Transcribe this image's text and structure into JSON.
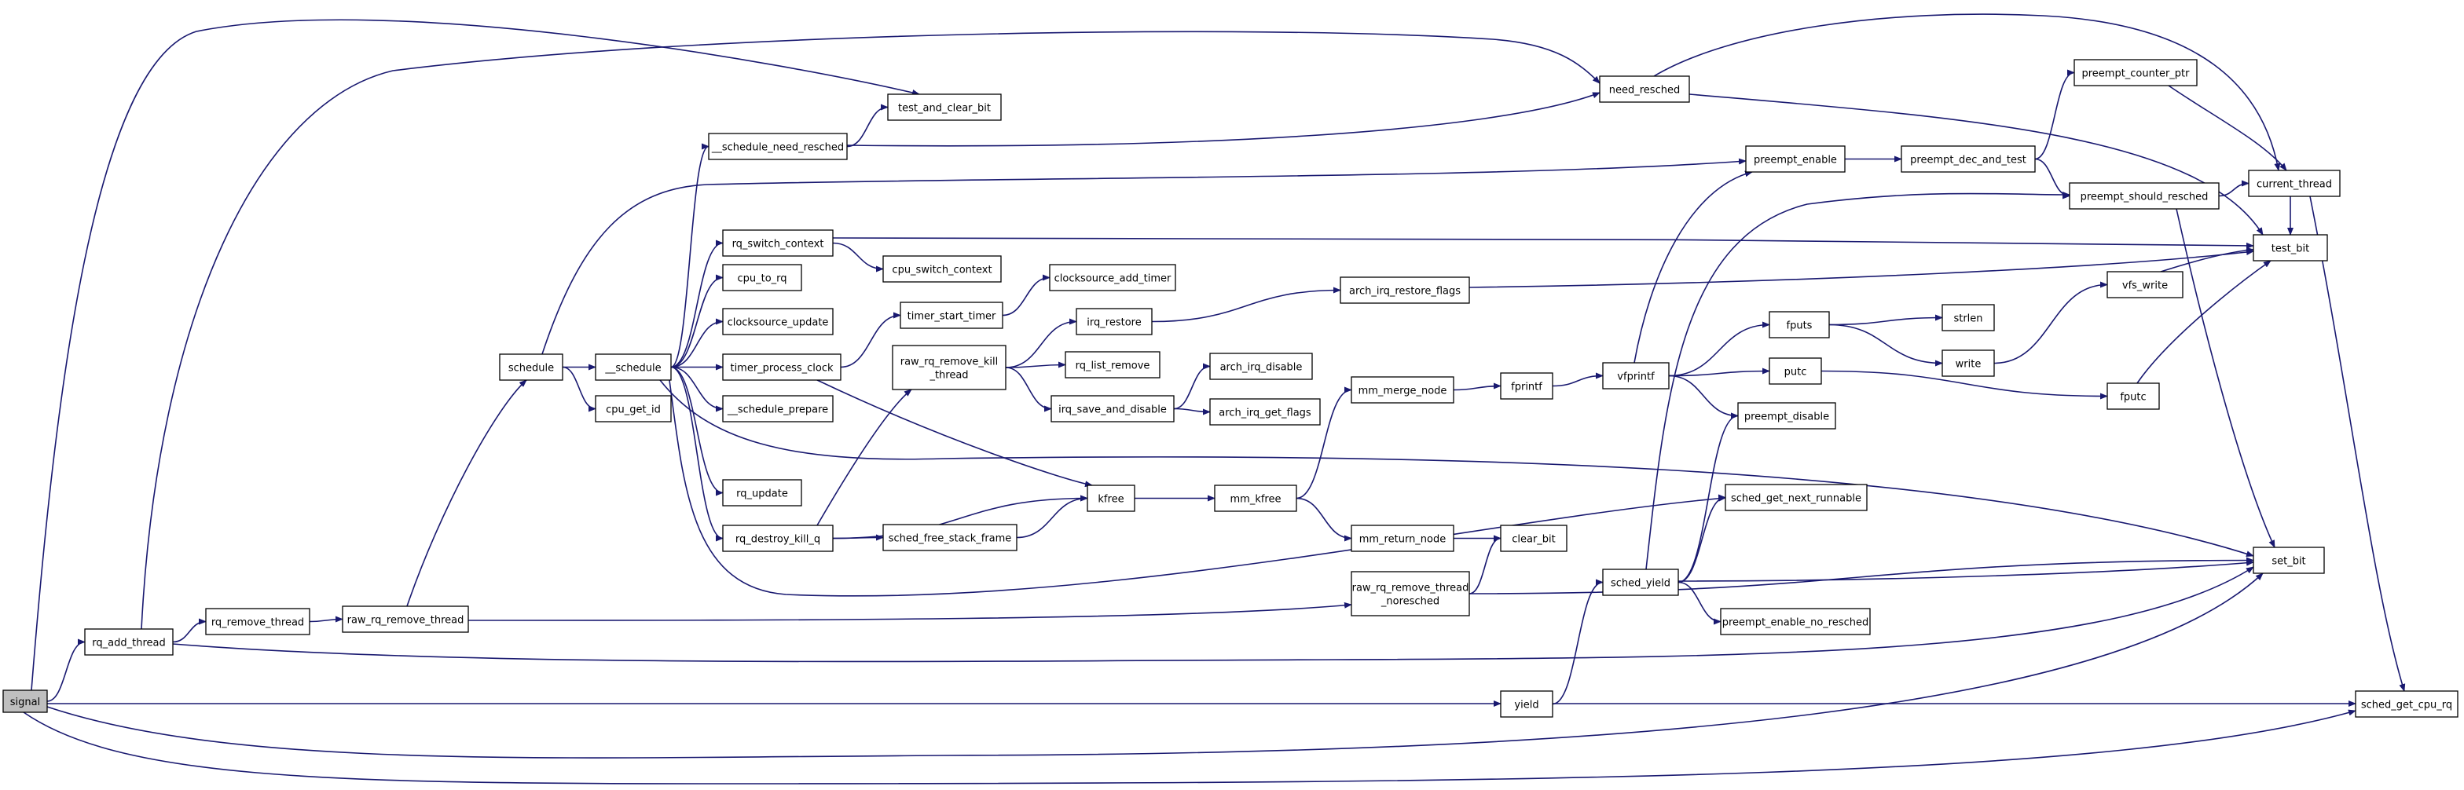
{
  "colors": {
    "edge": "#191970",
    "node_border": "#000000",
    "node_fill": "#ffffff",
    "root_fill": "#bfbfbf",
    "background": "#ffffff"
  },
  "root": "signal",
  "nodes": [
    {
      "id": "signal",
      "lines": [
        "signal"
      ]
    },
    {
      "id": "rq_add_thread",
      "lines": [
        "rq_add_thread"
      ]
    },
    {
      "id": "rq_remove_thread",
      "lines": [
        "rq_remove_thread"
      ]
    },
    {
      "id": "raw_rq_remove_thread",
      "lines": [
        "raw_rq_remove_thread"
      ]
    },
    {
      "id": "schedule",
      "lines": [
        "schedule"
      ]
    },
    {
      "id": "_schedule",
      "lines": [
        "__schedule"
      ]
    },
    {
      "id": "cpu_get_id",
      "lines": [
        "cpu_get_id"
      ]
    },
    {
      "id": "_schedule_need_resched",
      "lines": [
        "__schedule_need_resched"
      ]
    },
    {
      "id": "test_and_clear_bit",
      "lines": [
        "test_and_clear_bit"
      ]
    },
    {
      "id": "rq_switch_context",
      "lines": [
        "rq_switch_context"
      ]
    },
    {
      "id": "cpu_switch_context",
      "lines": [
        "cpu_switch_context"
      ]
    },
    {
      "id": "cpu_to_rq",
      "lines": [
        "cpu_to_rq"
      ]
    },
    {
      "id": "clocksource_update",
      "lines": [
        "clocksource_update"
      ]
    },
    {
      "id": "timer_process_clock",
      "lines": [
        "timer_process_clock"
      ]
    },
    {
      "id": "_schedule_prepare",
      "lines": [
        "__schedule_prepare"
      ]
    },
    {
      "id": "rq_update",
      "lines": [
        "rq_update"
      ]
    },
    {
      "id": "rq_destroy_kill_q",
      "lines": [
        "rq_destroy_kill_q"
      ]
    },
    {
      "id": "timer_start_timer",
      "lines": [
        "timer_start_timer"
      ]
    },
    {
      "id": "clocksource_add_timer",
      "lines": [
        "clocksource_add_timer"
      ]
    },
    {
      "id": "raw_rq_remove_kill_thread",
      "lines": [
        "raw_rq_remove_kill",
        "_thread"
      ]
    },
    {
      "id": "sched_free_stack_frame",
      "lines": [
        "sched_free_stack_frame"
      ]
    },
    {
      "id": "irq_restore",
      "lines": [
        "irq_restore"
      ]
    },
    {
      "id": "rq_list_remove",
      "lines": [
        "rq_list_remove"
      ]
    },
    {
      "id": "irq_save_and_disable",
      "lines": [
        "irq_save_and_disable"
      ]
    },
    {
      "id": "arch_irq_disable",
      "lines": [
        "arch_irq_disable"
      ]
    },
    {
      "id": "arch_irq_get_flags",
      "lines": [
        "arch_irq_get_flags"
      ]
    },
    {
      "id": "arch_irq_restore_flags",
      "lines": [
        "arch_irq_restore_flags"
      ]
    },
    {
      "id": "kfree",
      "lines": [
        "kfree"
      ]
    },
    {
      "id": "mm_kfree",
      "lines": [
        "mm_kfree"
      ]
    },
    {
      "id": "mm_merge_node",
      "lines": [
        "mm_merge_node"
      ]
    },
    {
      "id": "mm_return_node",
      "lines": [
        "mm_return_node"
      ]
    },
    {
      "id": "clear_bit",
      "lines": [
        "clear_bit"
      ]
    },
    {
      "id": "raw_rq_remove_thread_noresched",
      "lines": [
        "raw_rq_remove_thread",
        "_noresched"
      ]
    },
    {
      "id": "need_resched",
      "lines": [
        "need_resched"
      ]
    },
    {
      "id": "preempt_enable",
      "lines": [
        "preempt_enable"
      ]
    },
    {
      "id": "fprintf",
      "lines": [
        "fprintf"
      ]
    },
    {
      "id": "vfprintf",
      "lines": [
        "vfprintf"
      ]
    },
    {
      "id": "fputs",
      "lines": [
        "fputs"
      ]
    },
    {
      "id": "putc",
      "lines": [
        "putc"
      ]
    },
    {
      "id": "preempt_disable",
      "lines": [
        "preempt_disable"
      ]
    },
    {
      "id": "sched_get_next_runnable",
      "lines": [
        "sched_get_next_runnable"
      ]
    },
    {
      "id": "sched_yield",
      "lines": [
        "sched_yield"
      ]
    },
    {
      "id": "preempt_enable_no_resched",
      "lines": [
        "preempt_enable_no_resched"
      ]
    },
    {
      "id": "yield",
      "lines": [
        "yield"
      ]
    },
    {
      "id": "preempt_dec_and_test",
      "lines": [
        "preempt_dec_and_test"
      ]
    },
    {
      "id": "preempt_counter_ptr",
      "lines": [
        "preempt_counter_ptr"
      ]
    },
    {
      "id": "preempt_should_resched",
      "lines": [
        "preempt_should_resched"
      ]
    },
    {
      "id": "strlen",
      "lines": [
        "strlen"
      ]
    },
    {
      "id": "write",
      "lines": [
        "write"
      ]
    },
    {
      "id": "vfs_write",
      "lines": [
        "vfs_write"
      ]
    },
    {
      "id": "fputc",
      "lines": [
        "fputc"
      ]
    },
    {
      "id": "current_thread",
      "lines": [
        "current_thread"
      ]
    },
    {
      "id": "test_bit",
      "lines": [
        "test_bit"
      ]
    },
    {
      "id": "set_bit",
      "lines": [
        "set_bit"
      ]
    },
    {
      "id": "sched_get_cpu_rq",
      "lines": [
        "sched_get_cpu_rq"
      ]
    }
  ],
  "edges": [
    [
      "signal",
      "rq_add_thread"
    ],
    [
      "signal",
      "test_and_clear_bit"
    ],
    [
      "signal",
      "yield"
    ],
    [
      "signal",
      "set_bit"
    ],
    [
      "signal",
      "sched_get_cpu_rq"
    ],
    [
      "rq_add_thread",
      "rq_remove_thread"
    ],
    [
      "rq_add_thread",
      "need_resched"
    ],
    [
      "rq_add_thread",
      "set_bit"
    ],
    [
      "rq_remove_thread",
      "raw_rq_remove_thread"
    ],
    [
      "raw_rq_remove_thread",
      "schedule"
    ],
    [
      "raw_rq_remove_thread",
      "raw_rq_remove_thread_noresched"
    ],
    [
      "schedule",
      "_schedule"
    ],
    [
      "schedule",
      "cpu_get_id"
    ],
    [
      "schedule",
      "preempt_enable"
    ],
    [
      "_schedule",
      "_schedule_need_resched"
    ],
    [
      "_schedule",
      "rq_switch_context"
    ],
    [
      "_schedule",
      "cpu_to_rq"
    ],
    [
      "_schedule",
      "clocksource_update"
    ],
    [
      "_schedule",
      "timer_process_clock"
    ],
    [
      "_schedule",
      "_schedule_prepare"
    ],
    [
      "_schedule",
      "rq_update"
    ],
    [
      "_schedule",
      "rq_destroy_kill_q"
    ],
    [
      "_schedule",
      "sched_get_next_runnable"
    ],
    [
      "_schedule",
      "set_bit"
    ],
    [
      "_schedule_need_resched",
      "test_and_clear_bit"
    ],
    [
      "_schedule_need_resched",
      "need_resched"
    ],
    [
      "rq_switch_context",
      "cpu_switch_context"
    ],
    [
      "rq_switch_context",
      "test_bit"
    ],
    [
      "timer_process_clock",
      "timer_start_timer"
    ],
    [
      "timer_process_clock",
      "kfree"
    ],
    [
      "timer_start_timer",
      "clocksource_add_timer"
    ],
    [
      "rq_destroy_kill_q",
      "raw_rq_remove_kill_thread"
    ],
    [
      "rq_destroy_kill_q",
      "sched_free_stack_frame"
    ],
    [
      "rq_destroy_kill_q",
      "kfree"
    ],
    [
      "raw_rq_remove_kill_thread",
      "irq_restore"
    ],
    [
      "raw_rq_remove_kill_thread",
      "rq_list_remove"
    ],
    [
      "raw_rq_remove_kill_thread",
      "irq_save_and_disable"
    ],
    [
      "sched_free_stack_frame",
      "kfree"
    ],
    [
      "irq_restore",
      "arch_irq_restore_flags"
    ],
    [
      "irq_save_and_disable",
      "arch_irq_disable"
    ],
    [
      "irq_save_and_disable",
      "arch_irq_get_flags"
    ],
    [
      "arch_irq_restore_flags",
      "test_bit"
    ],
    [
      "kfree",
      "mm_kfree"
    ],
    [
      "mm_kfree",
      "mm_merge_node"
    ],
    [
      "mm_kfree",
      "mm_return_node"
    ],
    [
      "mm_merge_node",
      "fprintf"
    ],
    [
      "mm_return_node",
      "clear_bit"
    ],
    [
      "raw_rq_remove_thread_noresched",
      "clear_bit"
    ],
    [
      "raw_rq_remove_thread_noresched",
      "set_bit"
    ],
    [
      "fprintf",
      "vfprintf"
    ],
    [
      "vfprintf",
      "preempt_enable"
    ],
    [
      "vfprintf",
      "fputs"
    ],
    [
      "vfprintf",
      "putc"
    ],
    [
      "vfprintf",
      "preempt_disable"
    ],
    [
      "fputs",
      "strlen"
    ],
    [
      "fputs",
      "write"
    ],
    [
      "write",
      "vfs_write"
    ],
    [
      "putc",
      "fputc"
    ],
    [
      "vfs_write",
      "test_bit"
    ],
    [
      "fputc",
      "test_bit"
    ],
    [
      "need_resched",
      "current_thread"
    ],
    [
      "need_resched",
      "test_bit"
    ],
    [
      "preempt_enable",
      "preempt_dec_and_test"
    ],
    [
      "preempt_dec_and_test",
      "preempt_counter_ptr"
    ],
    [
      "preempt_dec_and_test",
      "preempt_should_resched"
    ],
    [
      "preempt_counter_ptr",
      "current_thread"
    ],
    [
      "preempt_should_resched",
      "current_thread"
    ],
    [
      "preempt_should_resched",
      "set_bit"
    ],
    [
      "current_thread",
      "sched_get_cpu_rq"
    ],
    [
      "current_thread",
      "test_bit"
    ],
    [
      "sched_yield",
      "preempt_should_resched"
    ],
    [
      "sched_yield",
      "preempt_disable"
    ],
    [
      "sched_yield",
      "sched_get_next_runnable"
    ],
    [
      "sched_yield",
      "preempt_enable_no_resched"
    ],
    [
      "sched_yield",
      "set_bit"
    ],
    [
      "yield",
      "sched_yield"
    ],
    [
      "yield",
      "sched_get_cpu_rq"
    ]
  ]
}
